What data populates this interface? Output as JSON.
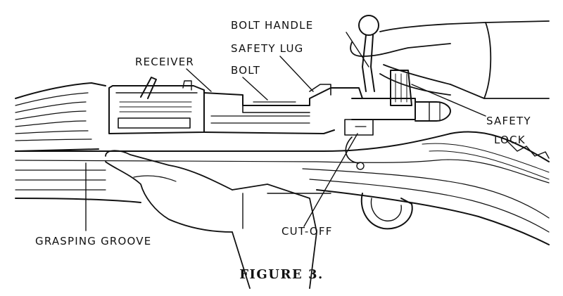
{
  "figure": {
    "caption": "FIGURE 3.",
    "labels": {
      "bolt_handle": "BOLT HANDLE",
      "safety_lug": "SAFETY LUG",
      "bolt": "BOLT",
      "receiver": "RECEIVER",
      "safety": "SAFETY",
      "lock": "LOCK",
      "cut_off": "CUT-OFF",
      "grasping_groove": "GRASPING GROOVE"
    }
  },
  "colors": {
    "ink": "#111111",
    "paper": "#ffffff"
  }
}
